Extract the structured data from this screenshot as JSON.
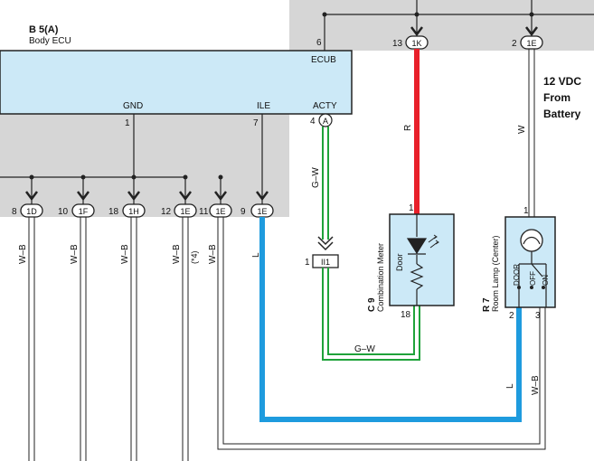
{
  "ecu": {
    "code": "B 5(A)",
    "name": "Body ECU",
    "pin_ecub_num": "6",
    "pin_ecub_label": "ECUB",
    "pin_gnd_num": "1",
    "pin_gnd_label": "GND",
    "pin_ile_num": "7",
    "pin_ile_label": "ILE",
    "pin_acty_num": "4",
    "pin_acty_label": "ACTY",
    "pin_acty_badge": "A"
  },
  "junctions": {
    "k_pin": "13",
    "k_label": "1K",
    "e_top_pin": "2",
    "e_top_label": "1E",
    "d_pin": "8",
    "d_label": "1D",
    "f_pin": "10",
    "f_label": "1F",
    "h_pin": "18",
    "h_label": "1H",
    "e1_pin": "12",
    "e1_label": "1E",
    "e2_pin": "11",
    "e2_label": "1E",
    "e3_pin": "9",
    "e3_label": "1E"
  },
  "wires": {
    "red": "R",
    "white": "W",
    "green1": "G–W",
    "green2": "G–W",
    "blue": "L",
    "blue2": "L",
    "wb1": "W–B",
    "wb2": "W–B",
    "wb3": "W–B",
    "wb4": "W–B",
    "wb5": "W–B",
    "wb6": "W–B",
    "note4": "(*4)"
  },
  "ii1": {
    "pin": "1",
    "label": "II1"
  },
  "combination_meter": {
    "code": "C 9",
    "name": "Combination Meter",
    "door_label": "Door",
    "pin_top": "1",
    "pin_bottom": "18"
  },
  "room_lamp": {
    "code": "R 7",
    "name": "Room Lamp (Center)",
    "pin_top": "1",
    "pin_2": "2",
    "pin_3": "3",
    "sw_door": "DOOR",
    "sw_off": "OFF",
    "sw_on": "ON"
  },
  "battery_note": [
    "12 VDC",
    "From",
    "Battery"
  ],
  "colors": {
    "red_wire": "#e8202a",
    "green_wire": "#1fa23a",
    "blue_wire": "#1e9bde",
    "component_fill": "#cce9f7",
    "gray_area": "#d6d6d6"
  }
}
